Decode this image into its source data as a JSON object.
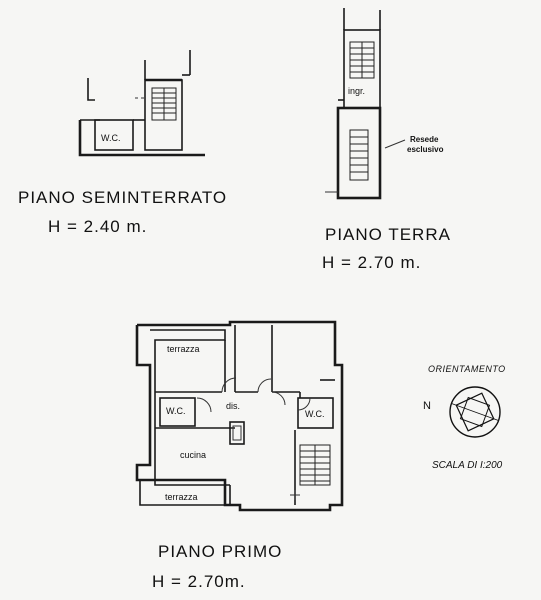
{
  "floors": {
    "seminterrato": {
      "name": "PIANO SEMINTERRATO",
      "height": "H = 2.40 m.",
      "rooms": {
        "wc": "W.C."
      }
    },
    "terra": {
      "name": "PIANO TERRA",
      "height": "H = 2.70 m.",
      "rooms": {
        "ingr": "ingr.",
        "resede_line1": "Resede",
        "resede_line2": "esclusivo"
      }
    },
    "primo": {
      "name": "PIANO PRIMO",
      "height": "H = 2.70m.",
      "rooms": {
        "terrazza_top": "terrazza",
        "wc_left": "W.C.",
        "dis": "dis.",
        "wc_right": "W.C.",
        "cucina": "cucina",
        "terrazza_bottom": "terrazza"
      }
    }
  },
  "legend": {
    "orientation_label": "ORIENTAMENTO",
    "north_label": "N",
    "scale_label": "SCALA DI I:200"
  }
}
